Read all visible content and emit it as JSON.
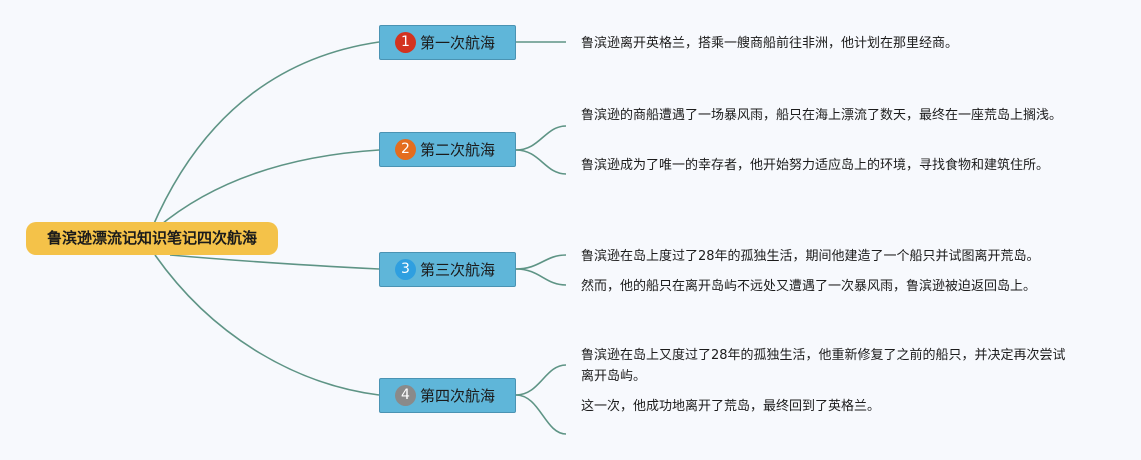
{
  "root": {
    "label": "鲁滨逊漂流记知识笔记四次航海"
  },
  "colors": {
    "connector": "#5e9485",
    "root_fill": "#f4c249",
    "topic_fill": "#5fb6d9",
    "badge_1": "#d3331f",
    "badge_2": "#e46d1e",
    "badge_3": "#2f9fe0",
    "badge_4": "#8a8a8a"
  },
  "topics": [
    {
      "number": "1",
      "label": "第一次航海",
      "notes": [
        "鲁滨逊离开英格兰，搭乘一艘商船前往非洲，他计划在那里经商。"
      ]
    },
    {
      "number": "2",
      "label": "第二次航海",
      "notes": [
        "鲁滨逊的商船遭遇了一场暴风雨，船只在海上漂流了数天，最终在一座荒岛上搁浅。",
        "鲁滨逊成为了唯一的幸存者，他开始努力适应岛上的环境，寻找食物和建筑住所。"
      ]
    },
    {
      "number": "3",
      "label": "第三次航海",
      "notes": [
        "鲁滨逊在岛上度过了28年的孤独生活，期间他建造了一个船只并试图离开荒岛。",
        "然而，他的船只在离开岛屿不远处又遭遇了一次暴风雨，鲁滨逊被迫返回岛上。"
      ]
    },
    {
      "number": "4",
      "label": "第四次航海",
      "notes": [
        "鲁滨逊在岛上又度过了28年的孤独生活，他重新修复了之前的船只，并决定再次尝试离开岛屿。",
        "这一次，他成功地离开了荒岛，最终回到了英格兰。"
      ]
    }
  ]
}
